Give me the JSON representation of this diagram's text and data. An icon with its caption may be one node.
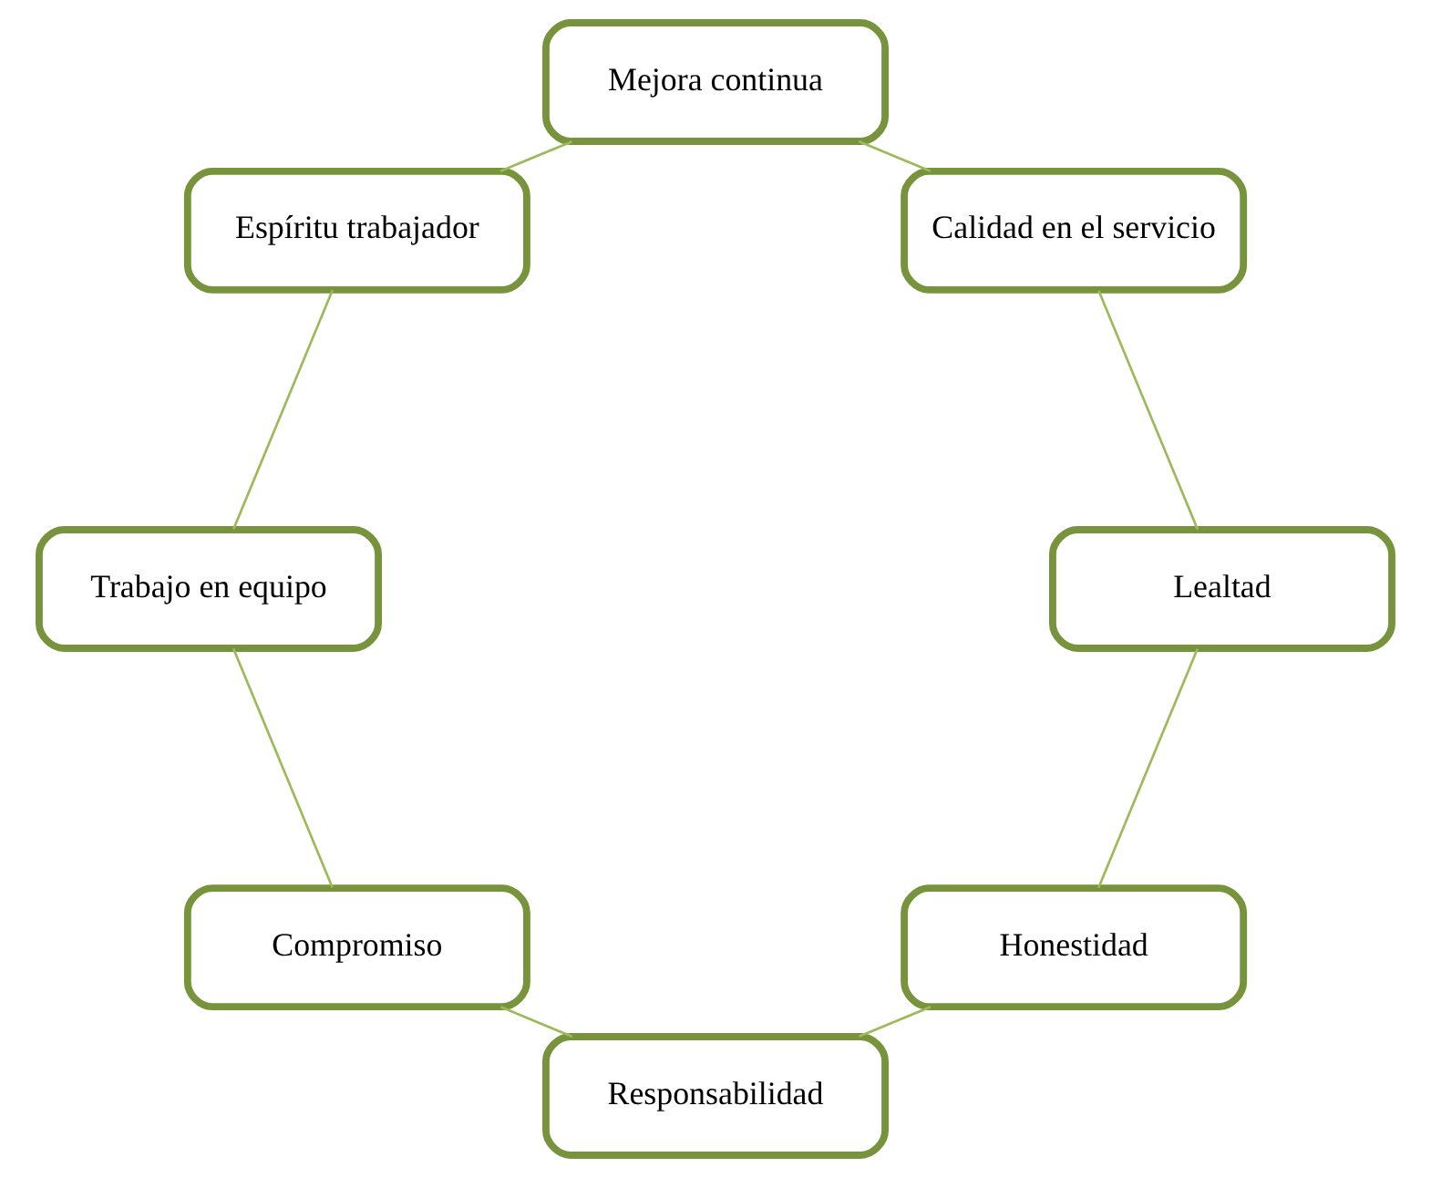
{
  "diagram": {
    "nodes": [
      {
        "text": [
          "Honestidad"
        ]
      },
      {
        "text": [
          "Lealtad"
        ]
      },
      {
        "text": [
          "Responsabilidad"
        ]
      },
      {
        "text": [
          "Calidad en el servicio"
        ]
      },
      {
        "text": [
          "Compromiso"
        ]
      },
      {
        "text": [
          "Mejora continua"
        ]
      },
      {
        "text": [
          "Trabajo en equipo"
        ]
      },
      {
        "text": [
          "Espíritu trabajador"
        ]
      }
    ],
    "edges": [
      {
        "from": 0,
        "to": 2,
        "arrow": "none"
      },
      {
        "from": 2,
        "to": 4,
        "arrow": "none"
      },
      {
        "from": 4,
        "to": 6,
        "arrow": "none"
      },
      {
        "from": 6,
        "to": 7,
        "arrow": "none"
      },
      {
        "from": 7,
        "to": 5,
        "arrow": "none"
      },
      {
        "from": 5,
        "to": 3,
        "arrow": "none"
      },
      {
        "from": 3,
        "to": 1,
        "arrow": "none"
      },
      {
        "from": 1,
        "to": 0,
        "arrow": "none"
      }
    ]
  }
}
